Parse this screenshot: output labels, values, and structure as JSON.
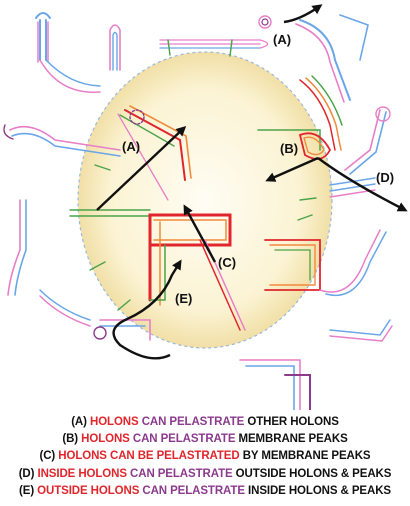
{
  "labels": {
    "a_top": "(A)",
    "a_left": "(A)",
    "b": "(B)",
    "c": "(C)",
    "d": "(D)",
    "e": "(E)"
  },
  "legend": [
    {
      "id": "A",
      "prefix": "(A)",
      "actor": "HOLONS",
      "verb": "CAN PELASTRATE",
      "object": "OTHER HOLONS"
    },
    {
      "id": "B",
      "prefix": "(B)",
      "actor": "HOLONS",
      "verb": "CAN PELASTRATE",
      "object": "MEMBRANE PEAKS"
    },
    {
      "id": "C",
      "prefix": "(C)",
      "actor": "HOLONS",
      "verb": "CAN BE PELASTRATED",
      "object": "BY MEMBRANE PEAKS"
    },
    {
      "id": "D",
      "prefix": "(D)",
      "actor": "INSIDE HOLONS",
      "verb": "CAN PELASTRATE",
      "object": "OUTSIDE HOLONS & PEAKS"
    },
    {
      "id": "E",
      "prefix": "(E)",
      "actor": "OUTSIDE HOLONS",
      "verb": "CAN PELASTRATE",
      "object": "INSIDE HOLONS & PEAKS"
    }
  ],
  "colors": {
    "cell_fill": "#fbf3d3",
    "cell_edge": "#f1dfa6",
    "red": "#e0262c",
    "purple": "#8b3a8c",
    "pink": "#e77fc8",
    "blue": "#6aa6e8",
    "green": "#4aa34a",
    "orange": "#f08a3c",
    "arrow": "#111111"
  }
}
